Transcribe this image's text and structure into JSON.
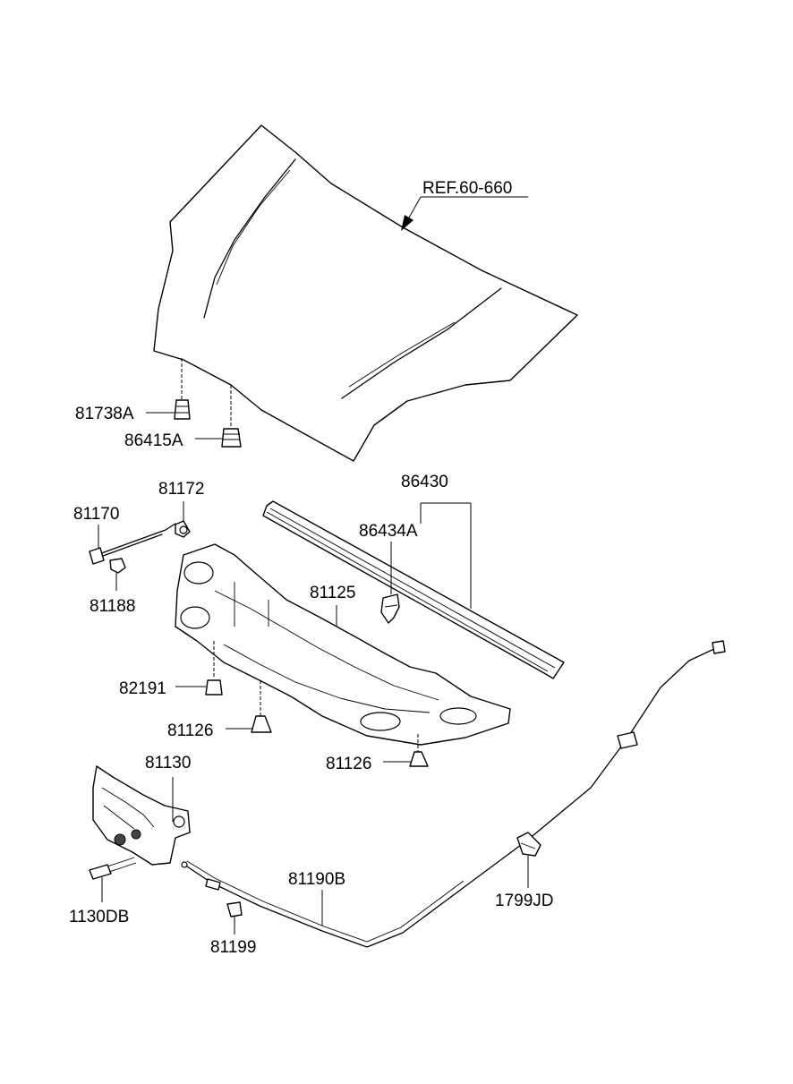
{
  "labels": {
    "ref_hood": "REF.60-660",
    "p81738A": "81738A",
    "p86415A": "86415A",
    "p81172": "81172",
    "p81170": "81170",
    "p81188": "81188",
    "p86430": "86430",
    "p86434A": "86434A",
    "p81125": "81125",
    "p82191": "82191",
    "p81126_left": "81126",
    "p81126_right": "81126",
    "p81130": "81130",
    "p1130DB": "1130DB",
    "p81190B": "81190B",
    "p81199": "81199",
    "p1799JD": "1799JD"
  }
}
